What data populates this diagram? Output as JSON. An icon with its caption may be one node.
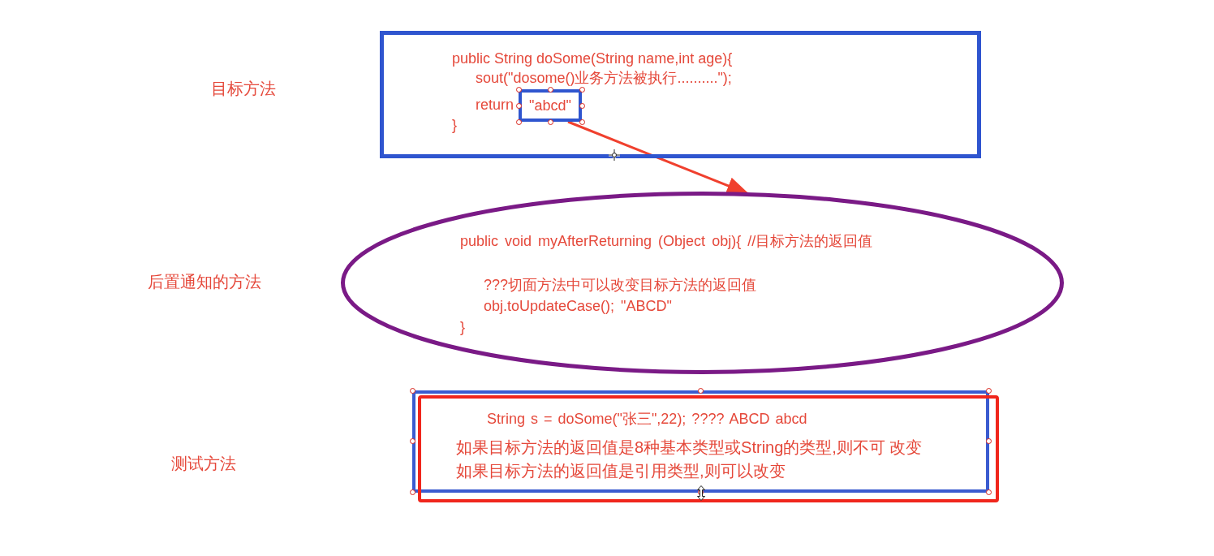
{
  "diagram": {
    "nodes": [
      {
        "text": [
          "public String doSome(String name,int age){",
          "sout(\"dosome()业务方法被执行..........\");",
          "return",
          "}"
        ]
      },
      {
        "text": [
          "\"abcd\""
        ],
        "in": 0
      },
      {
        "text": [
          "public void myAfterReturning (Object obj){ //目标方法的返回值",
          "???切面方法中可以改变目标方法的返回值",
          "obj.toUpdateCase(); \"ABCD\"",
          "}"
        ]
      },
      {
        "text": [
          "String s = doSome(\"张三\",22); ???? ABCD abcd",
          "如果目标方法的返回值是8种基本类型或String的类型,则不可 改变",
          "如果目标方法的返回值是引用类型,则可以改变"
        ]
      },
      {
        "text": [],
        "shape": "box"
      }
    ],
    "edges": [
      {
        "from": 1,
        "to": 2,
        "arrow": "to"
      }
    ],
    "labels": [
      "目标方法",
      "后置通知的方法",
      "测试方法"
    ]
  }
}
